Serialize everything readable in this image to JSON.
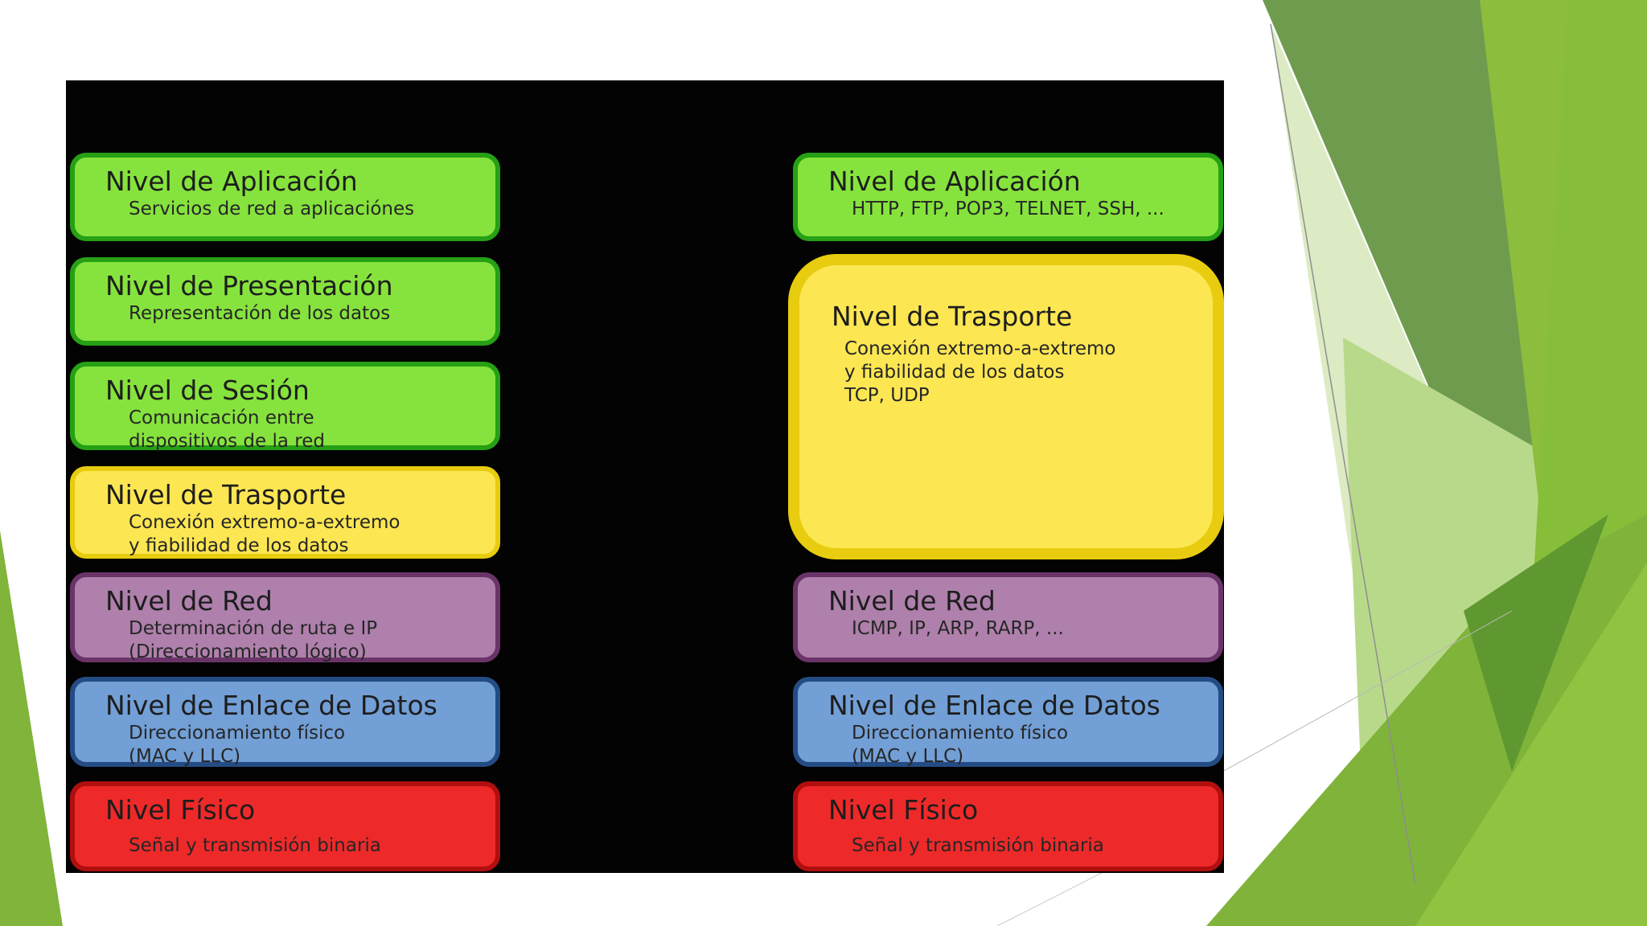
{
  "left_stack": [
    {
      "title": "Nivel de Aplicación",
      "desc": "Servicios de red a aplicaciónes",
      "color": "green"
    },
    {
      "title": "Nivel de Presentación",
      "desc": "Representación de los datos",
      "color": "green"
    },
    {
      "title": "Nivel de Sesión",
      "desc": "Comunicación entre\ndispositivos de la red",
      "color": "green"
    },
    {
      "title": "Nivel de Trasporte",
      "desc": "Conexión extremo-a-extremo\ny fiabilidad de los datos",
      "color": "yellow"
    },
    {
      "title": "Nivel de Red",
      "desc": "Determinación de ruta e IP\n(Direccionamiento lógico)",
      "color": "purple"
    },
    {
      "title": "Nivel de Enlace de Datos",
      "desc": "Direccionamiento físico\n(MAC y LLC)",
      "color": "blue"
    },
    {
      "title": "Nivel Físico",
      "desc": "Señal y transmisión binaria",
      "color": "red"
    }
  ],
  "right_stack": [
    {
      "title": "Nivel de Aplicación",
      "desc": "HTTP, FTP, POP3, TELNET, SSH, ...",
      "color": "green"
    },
    {
      "title": "Nivel de Trasporte",
      "desc": "Conexión extremo-a-extremo\ny fiabilidad de los datos\nTCP, UDP",
      "color": "yellow"
    },
    {
      "title": "Nivel de Red",
      "desc": "ICMP, IP, ARP, RARP, ...",
      "color": "purple"
    },
    {
      "title": "Nivel de Enlace de Datos",
      "desc": "Direccionamiento físico\n(MAC y LLC)",
      "color": "blue"
    },
    {
      "title": "Nivel Físico",
      "desc": "Señal y transmisión binaria",
      "color": "red"
    }
  ],
  "colors": {
    "green": "#86e33d",
    "yellow": "#fce652",
    "purple": "#ae80ab",
    "blue": "#729fd6",
    "red": "#ee2929",
    "diagram_background": "#040303",
    "slide_accent": "#7ab03a"
  }
}
